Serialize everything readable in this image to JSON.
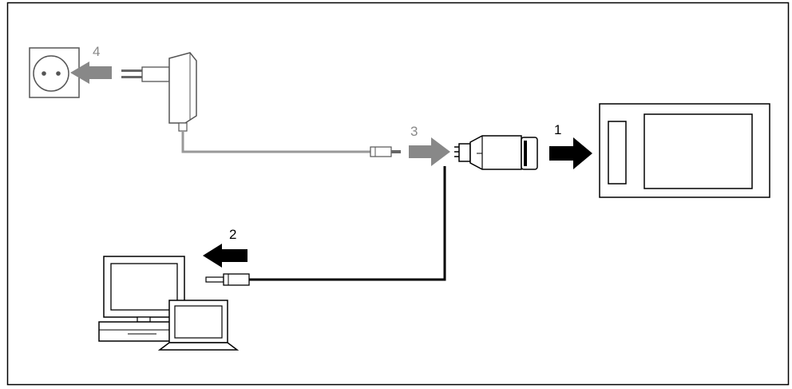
{
  "steps": [
    {
      "number": "1",
      "color": "#000000"
    },
    {
      "number": "2",
      "color": "#000000"
    },
    {
      "number": "3",
      "color": "#888888"
    },
    {
      "number": "4",
      "color": "#888888"
    }
  ],
  "icons": {
    "outlet": "wall-socket-icon",
    "adapter": "power-adapter-icon",
    "cradle": "cradle-connector-icon",
    "handheld": "handheld-device-icon",
    "desktop": "desktop-computer-icon",
    "laptop": "laptop-icon"
  },
  "colors": {
    "black_arrow": "#000000",
    "grey_arrow": "#888888",
    "power_cable": "#999999",
    "data_cable": "#000000",
    "frame": "#000000"
  }
}
